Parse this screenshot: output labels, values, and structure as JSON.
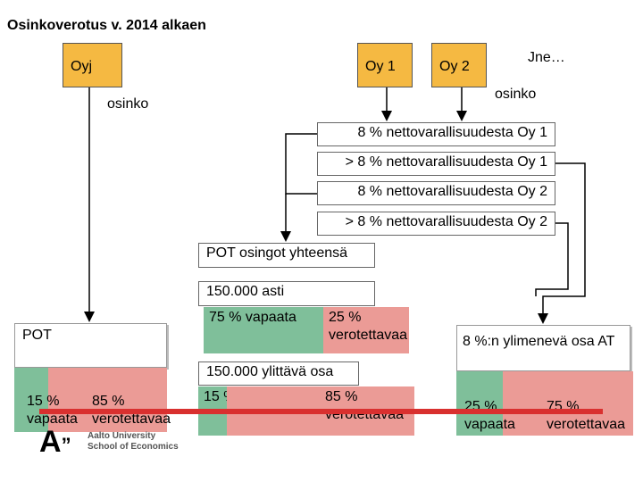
{
  "title": "Osinkoverotus v. 2014 alkaen",
  "companies": {
    "oyj": "Oyj",
    "oy1": "Oy 1",
    "oy2": "Oy 2",
    "etc": "Jne…"
  },
  "dividend_left": "osinko",
  "dividend_right": "osinko",
  "net_assets": [
    "8 % nettovarallisuudesta Oy 1",
    "> 8 % nettovarallisuudesta Oy 1",
    "8 % nettovarallisuudesta Oy 2",
    "> 8 % nettovarallisuudesta Oy 2"
  ],
  "pot_total": "POT osingot yhteensä",
  "up_to": "150.000 asti",
  "up_to_split": {
    "green": "75 % vapaata",
    "red": "25 % verotettavaa"
  },
  "over": "150.000 ylittävä osa",
  "over_split": {
    "green": "15 % vapaata",
    "red": "85 % verotettavaa"
  },
  "pot": "POT",
  "pot_split": {
    "green_pct": "15 %",
    "green_word": "vapaata",
    "red_pct": "85 %",
    "red_word": "verotettavaa"
  },
  "at_excess": "8 %:n ylimenevä osa AT",
  "at_split": {
    "green": "25 % vapaata",
    "red": "75 % verotettavaa"
  },
  "logo": {
    "line1": "Aalto University",
    "line2": "School of Economics"
  },
  "colors": {
    "orange": "#f5b942",
    "green": "#7fbf9a",
    "red": "#eb9b96",
    "strike": "#d9302f"
  }
}
